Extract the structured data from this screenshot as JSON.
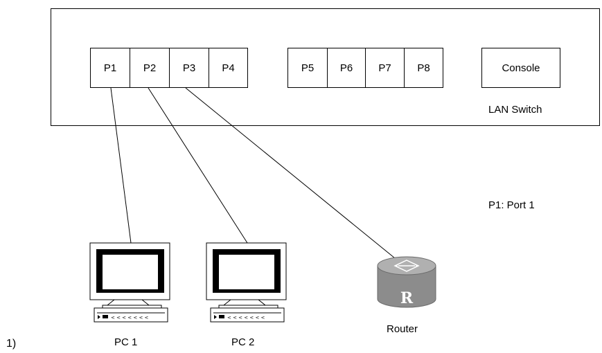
{
  "switch": {
    "name": "LAN Switch",
    "ports_group1": [
      "P1",
      "P2",
      "P3",
      "P4"
    ],
    "ports_group2": [
      "P5",
      "P6",
      "P7",
      "P8"
    ],
    "console": "Console"
  },
  "legend": "P1: Port 1",
  "devices": {
    "pc1": "PC 1",
    "pc2": "PC 2",
    "router": "Router",
    "router_mark": "R"
  },
  "figure_number": "1)",
  "connections": [
    {
      "from": "P1",
      "to": "PC 1"
    },
    {
      "from": "P2",
      "to": "PC 2"
    },
    {
      "from": "P3",
      "to": "Router"
    }
  ]
}
